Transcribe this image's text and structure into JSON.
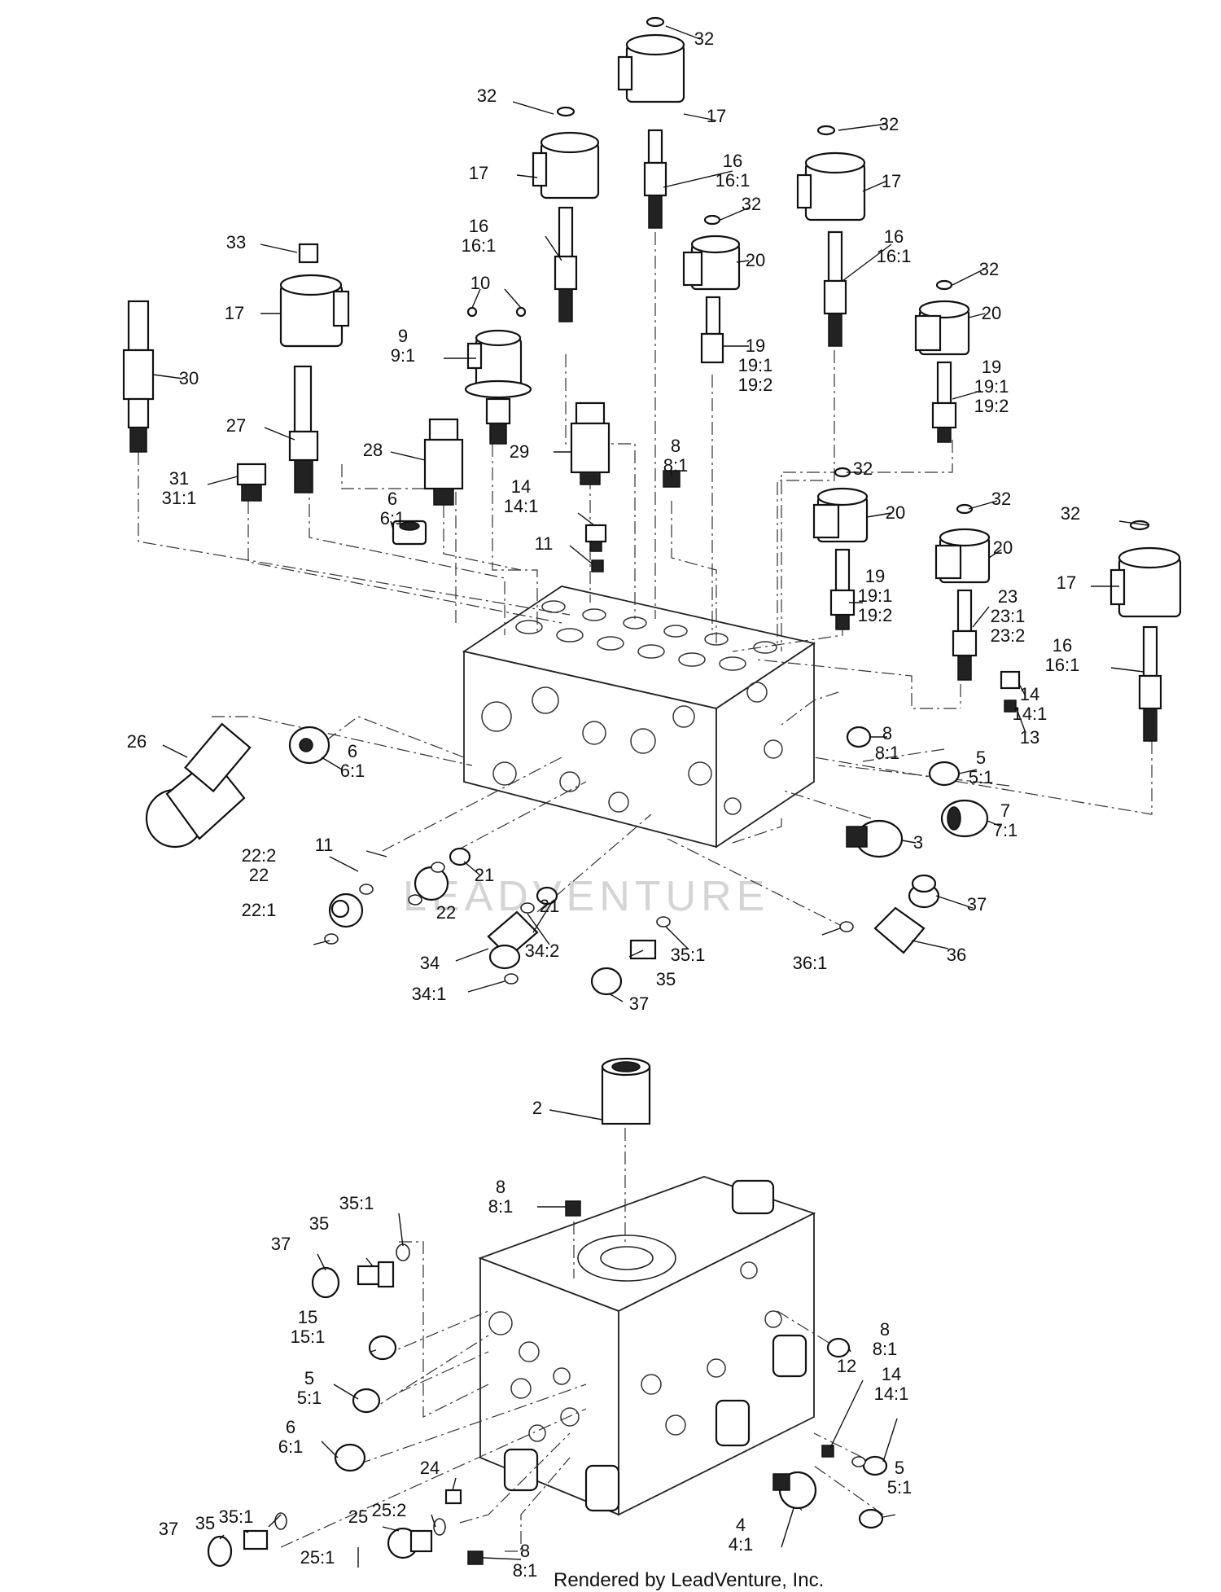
{
  "watermark": "LEADVENTURE",
  "credit": "Rendered by LeadVenture, Inc.",
  "callouts": [
    {
      "id": "c32a",
      "lines": [
        "32"
      ]
    },
    {
      "id": "c17a",
      "lines": [
        "17"
      ]
    },
    {
      "id": "c32b",
      "lines": [
        "32"
      ]
    },
    {
      "id": "c17b",
      "lines": [
        "17"
      ]
    },
    {
      "id": "c16a",
      "lines": [
        "16",
        "16:1"
      ]
    },
    {
      "id": "c32c",
      "lines": [
        "32"
      ]
    },
    {
      "id": "c17c",
      "lines": [
        "17"
      ]
    },
    {
      "id": "c16b",
      "lines": [
        "16",
        "16:1"
      ]
    },
    {
      "id": "c32d",
      "lines": [
        "32"
      ]
    },
    {
      "id": "c20a",
      "lines": [
        "20"
      ]
    },
    {
      "id": "c16c",
      "lines": [
        "16",
        "16:1"
      ]
    },
    {
      "id": "c33",
      "lines": [
        "33"
      ]
    },
    {
      "id": "c17d",
      "lines": [
        "17"
      ]
    },
    {
      "id": "c10",
      "lines": [
        "10"
      ]
    },
    {
      "id": "c32e",
      "lines": [
        "32"
      ]
    },
    {
      "id": "c20b",
      "lines": [
        "20"
      ]
    },
    {
      "id": "c9",
      "lines": [
        "9",
        "9:1"
      ]
    },
    {
      "id": "c19a",
      "lines": [
        "19",
        "19:1",
        "19:2"
      ]
    },
    {
      "id": "c30",
      "lines": [
        "30"
      ]
    },
    {
      "id": "c19b",
      "lines": [
        "19",
        "19:1",
        "19:2"
      ]
    },
    {
      "id": "c27",
      "lines": [
        "27"
      ]
    },
    {
      "id": "c28",
      "lines": [
        "28"
      ]
    },
    {
      "id": "c29",
      "lines": [
        "29"
      ]
    },
    {
      "id": "c8a",
      "lines": [
        "8",
        "8:1"
      ]
    },
    {
      "id": "c31",
      "lines": [
        "31",
        "31:1"
      ]
    },
    {
      "id": "c32f",
      "lines": [
        "32"
      ]
    },
    {
      "id": "c14a",
      "lines": [
        "14",
        "14:1"
      ]
    },
    {
      "id": "c6a",
      "lines": [
        "6",
        "6:1"
      ]
    },
    {
      "id": "c20c",
      "lines": [
        "20"
      ]
    },
    {
      "id": "c32g",
      "lines": [
        "32"
      ]
    },
    {
      "id": "c32h",
      "lines": [
        "32"
      ]
    },
    {
      "id": "c11a",
      "lines": [
        "11"
      ]
    },
    {
      "id": "c20d",
      "lines": [
        "20"
      ]
    },
    {
      "id": "c19c",
      "lines": [
        "19",
        "19:1",
        "19:2"
      ]
    },
    {
      "id": "c17e",
      "lines": [
        "17"
      ]
    },
    {
      "id": "c23",
      "lines": [
        "23",
        "23:1",
        "23:2"
      ]
    },
    {
      "id": "c16d",
      "lines": [
        "16",
        "16:1"
      ]
    },
    {
      "id": "c14b",
      "lines": [
        "14",
        "14:1"
      ]
    },
    {
      "id": "c13",
      "lines": [
        "13"
      ]
    },
    {
      "id": "c26",
      "lines": [
        "26"
      ]
    },
    {
      "id": "c8b",
      "lines": [
        "8",
        "8:1"
      ]
    },
    {
      "id": "c6b",
      "lines": [
        "6",
        "6:1"
      ]
    },
    {
      "id": "c5a",
      "lines": [
        "5",
        "5:1"
      ]
    },
    {
      "id": "c7",
      "lines": [
        "7",
        "7:1"
      ]
    },
    {
      "id": "c3",
      "lines": [
        "3"
      ]
    },
    {
      "id": "c11b",
      "lines": [
        "11"
      ]
    },
    {
      "id": "c22",
      "lines": [
        "22:2",
        "22"
      ]
    },
    {
      "id": "c21a",
      "lines": [
        "21"
      ]
    },
    {
      "id": "c22b",
      "lines": [
        "22"
      ]
    },
    {
      "id": "c22c",
      "lines": [
        "22:1"
      ]
    },
    {
      "id": "c37a",
      "lines": [
        "37"
      ]
    },
    {
      "id": "c21b",
      "lines": [
        "21"
      ]
    },
    {
      "id": "c34b",
      "lines": [
        "34:2"
      ]
    },
    {
      "id": "c35a",
      "lines": [
        "35:1"
      ]
    },
    {
      "id": "c36b",
      "lines": [
        "36:1"
      ]
    },
    {
      "id": "c36",
      "lines": [
        "36"
      ]
    },
    {
      "id": "c34",
      "lines": [
        "34"
      ]
    },
    {
      "id": "c35b",
      "lines": [
        "35"
      ]
    },
    {
      "id": "c34c",
      "lines": [
        "34:1"
      ]
    },
    {
      "id": "c37b",
      "lines": [
        "37"
      ]
    },
    {
      "id": "c2",
      "lines": [
        "2"
      ]
    },
    {
      "id": "c8c",
      "lines": [
        "8",
        "8:1"
      ]
    },
    {
      "id": "c35c",
      "lines": [
        "35:1"
      ]
    },
    {
      "id": "c35d",
      "lines": [
        "35"
      ]
    },
    {
      "id": "c37c",
      "lines": [
        "37"
      ]
    },
    {
      "id": "c15",
      "lines": [
        "15",
        "15:1"
      ]
    },
    {
      "id": "c8d",
      "lines": [
        "8",
        "8:1"
      ]
    },
    {
      "id": "c5b",
      "lines": [
        "5",
        "5:1"
      ]
    },
    {
      "id": "c6c",
      "lines": [
        "6",
        "6:1"
      ]
    },
    {
      "id": "c12",
      "lines": [
        "12"
      ]
    },
    {
      "id": "c14c",
      "lines": [
        "14",
        "14:1"
      ]
    },
    {
      "id": "c5c",
      "lines": [
        "5",
        "5:1"
      ]
    },
    {
      "id": "c24",
      "lines": [
        "24"
      ]
    },
    {
      "id": "c37d",
      "lines": [
        "37"
      ]
    },
    {
      "id": "c35e",
      "lines": [
        "35"
      ]
    },
    {
      "id": "c35f",
      "lines": [
        "35:1"
      ]
    },
    {
      "id": "c25",
      "lines": [
        "25"
      ]
    },
    {
      "id": "c25b",
      "lines": [
        "25:2"
      ]
    },
    {
      "id": "c25c",
      "lines": [
        "25:1"
      ]
    },
    {
      "id": "c4",
      "lines": [
        "4",
        "4:1"
      ]
    },
    {
      "id": "c8e",
      "lines": [
        "8",
        "8:1"
      ]
    }
  ]
}
